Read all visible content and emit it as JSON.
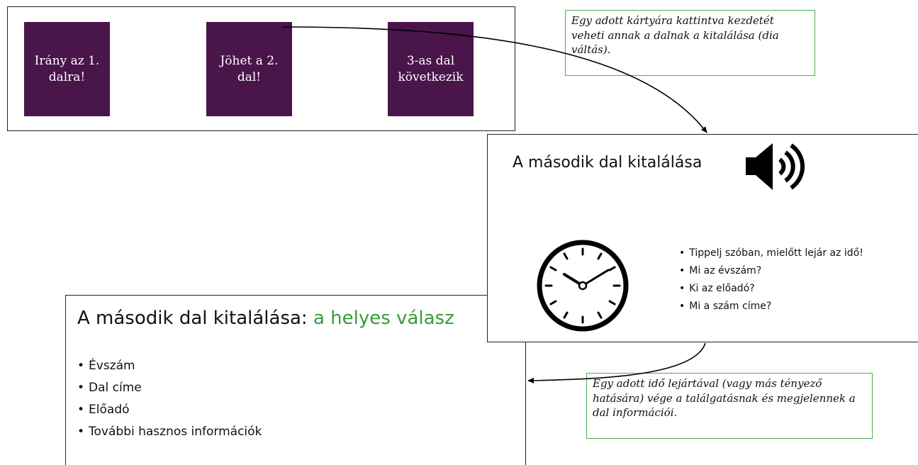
{
  "slide1": {
    "cards": [
      {
        "label": "Irány az 1. dalra!"
      },
      {
        "label": "Jöhet a 2. dal!"
      },
      {
        "label": "3-as dal következik"
      }
    ]
  },
  "note1": {
    "text": "Egy adott kártyára kattintva kezdetét veheti annak a dalnak a kitalálása (dia váltás)."
  },
  "slide2": {
    "title": "A második dal kitalálása",
    "speaker_icon": "speaker-volume-icon",
    "clock_icon": "clock-icon",
    "bullets": [
      "Tippelj szóban, mielőtt lejár az idő!",
      "Mi az évszám?",
      "Ki az előadó?",
      "Mi a szám címe?"
    ]
  },
  "slide3": {
    "title": "A második dal kitalálása: ",
    "title_highlight": "a helyes válasz",
    "highlight_color": "#3a9a3a",
    "bullets": [
      "Évszám",
      "Dal címe",
      "Előadó",
      "További hasznos információk"
    ]
  },
  "note2": {
    "text": "Egy adott idő lejártával (vagy más tényező hatására) vége a találgatásnak és megjelennek a dal információi."
  },
  "colors": {
    "card_bg": "#4a154b",
    "note_border": "#4caf50"
  }
}
